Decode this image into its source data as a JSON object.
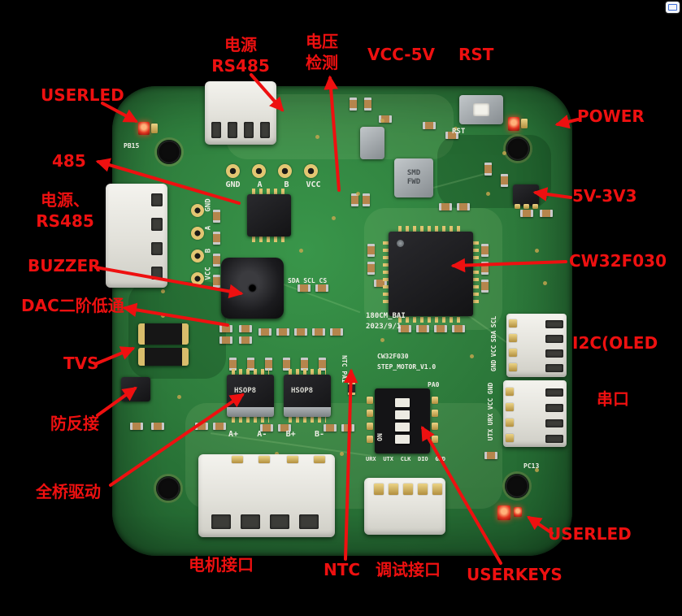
{
  "colors": {
    "background": "#000000",
    "annotation_red": "#ee1010",
    "pcb_green": "#2e7c3c",
    "silkscreen": "#efeee6",
    "gold": "#c9a852",
    "connector_white": "#e9e8e2",
    "chip_black": "#161617",
    "led_red": "#e2341f"
  },
  "annotations": {
    "userled_top": "USERLED",
    "power_rs485_top": [
      "电源",
      "RS485"
    ],
    "voltage_detect": [
      "电压",
      "检测"
    ],
    "vcc_5v": "VCC-5V",
    "rst": "RST",
    "power": "POWER",
    "rs485_485": "485",
    "power_rs485_left": [
      "电源、",
      "RS485"
    ],
    "v5_3v3": "5V-3V3",
    "buzzer": "BUZZER",
    "mcu": "CW32F030",
    "dac_lowpass": "DAC二阶低通",
    "i2c_oled": "I2C(OLED",
    "tvs": "TVS",
    "serial_port": "串口",
    "reverse_protection": "防反接",
    "full_bridge": "全桥驱动",
    "userled_bottom": "USERLED",
    "motor_port": "电机接口",
    "ntc": "NTC",
    "debug_port": "调试接口",
    "userkeys": "USERKEYS"
  },
  "silkscreen": {
    "pb15": "PB15",
    "rst": "RST",
    "top_pins": [
      "GND",
      "A",
      "B",
      "VCC"
    ],
    "left_pins": [
      "GND",
      "A",
      "B",
      "VCC"
    ],
    "inductor": [
      "SMD",
      "FWD"
    ],
    "sda_scl_cs": "SDA SCL CS",
    "maker_line1": "180CM_BAI",
    "maker_line2": "2023/9/1",
    "board_line1": "CW32F030",
    "board_line2": "STEP_MOTOR_V1.0",
    "ntc_pa1": "NTC PA1",
    "pa0": "PA0",
    "dip_on": "ON",
    "driver_chip": "HSOP8",
    "motor_pins": [
      "A+",
      "A-",
      "B+",
      "B-"
    ],
    "debug_pins": [
      "URX",
      "UTX",
      "CLK",
      "DIO",
      "GND"
    ],
    "i2c_pins": [
      "SCL",
      "SDA",
      "VCC",
      "GND"
    ],
    "serial_pins": [
      "GND",
      "VCC",
      "URX",
      "UTX"
    ],
    "pc13": "PC13"
  }
}
